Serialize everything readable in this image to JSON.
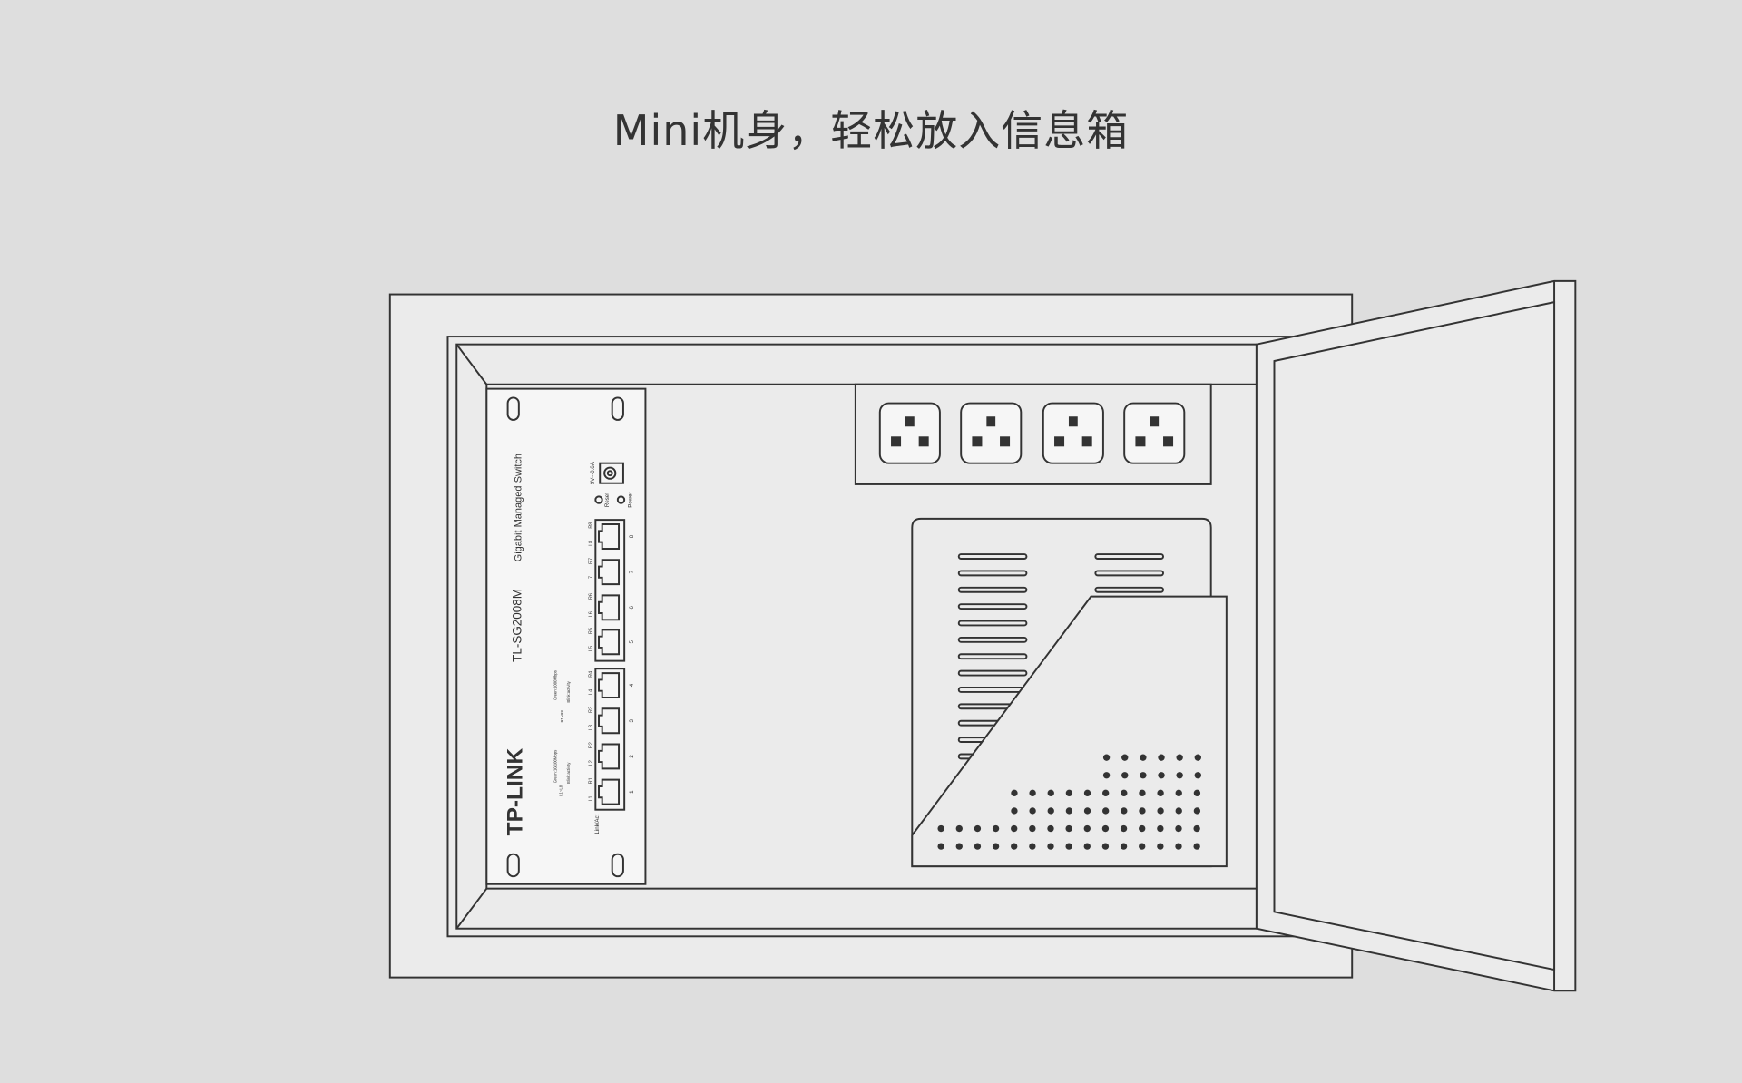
{
  "title": "Mini机身，轻松放入信息箱",
  "switch": {
    "brand": "TP-LINK",
    "model": "TL-SG2008M",
    "description": "Gigabit Managed Switch",
    "power_rating": "9V⎓0.6A",
    "reset_label": "Reset",
    "power_label": "Power",
    "link_label": "Link/Act",
    "legend_l": "L1~L8",
    "legend_l_green": "Green:10/100Mbps",
    "legend_l_blink": "Blink:activity",
    "legend_r": "R1~R8",
    "legend_r_green": "Green:1000Mbps",
    "legend_r_blink": "Blink:activity",
    "ports": [
      "1",
      "2",
      "3",
      "4",
      "5",
      "6",
      "7",
      "8"
    ]
  }
}
